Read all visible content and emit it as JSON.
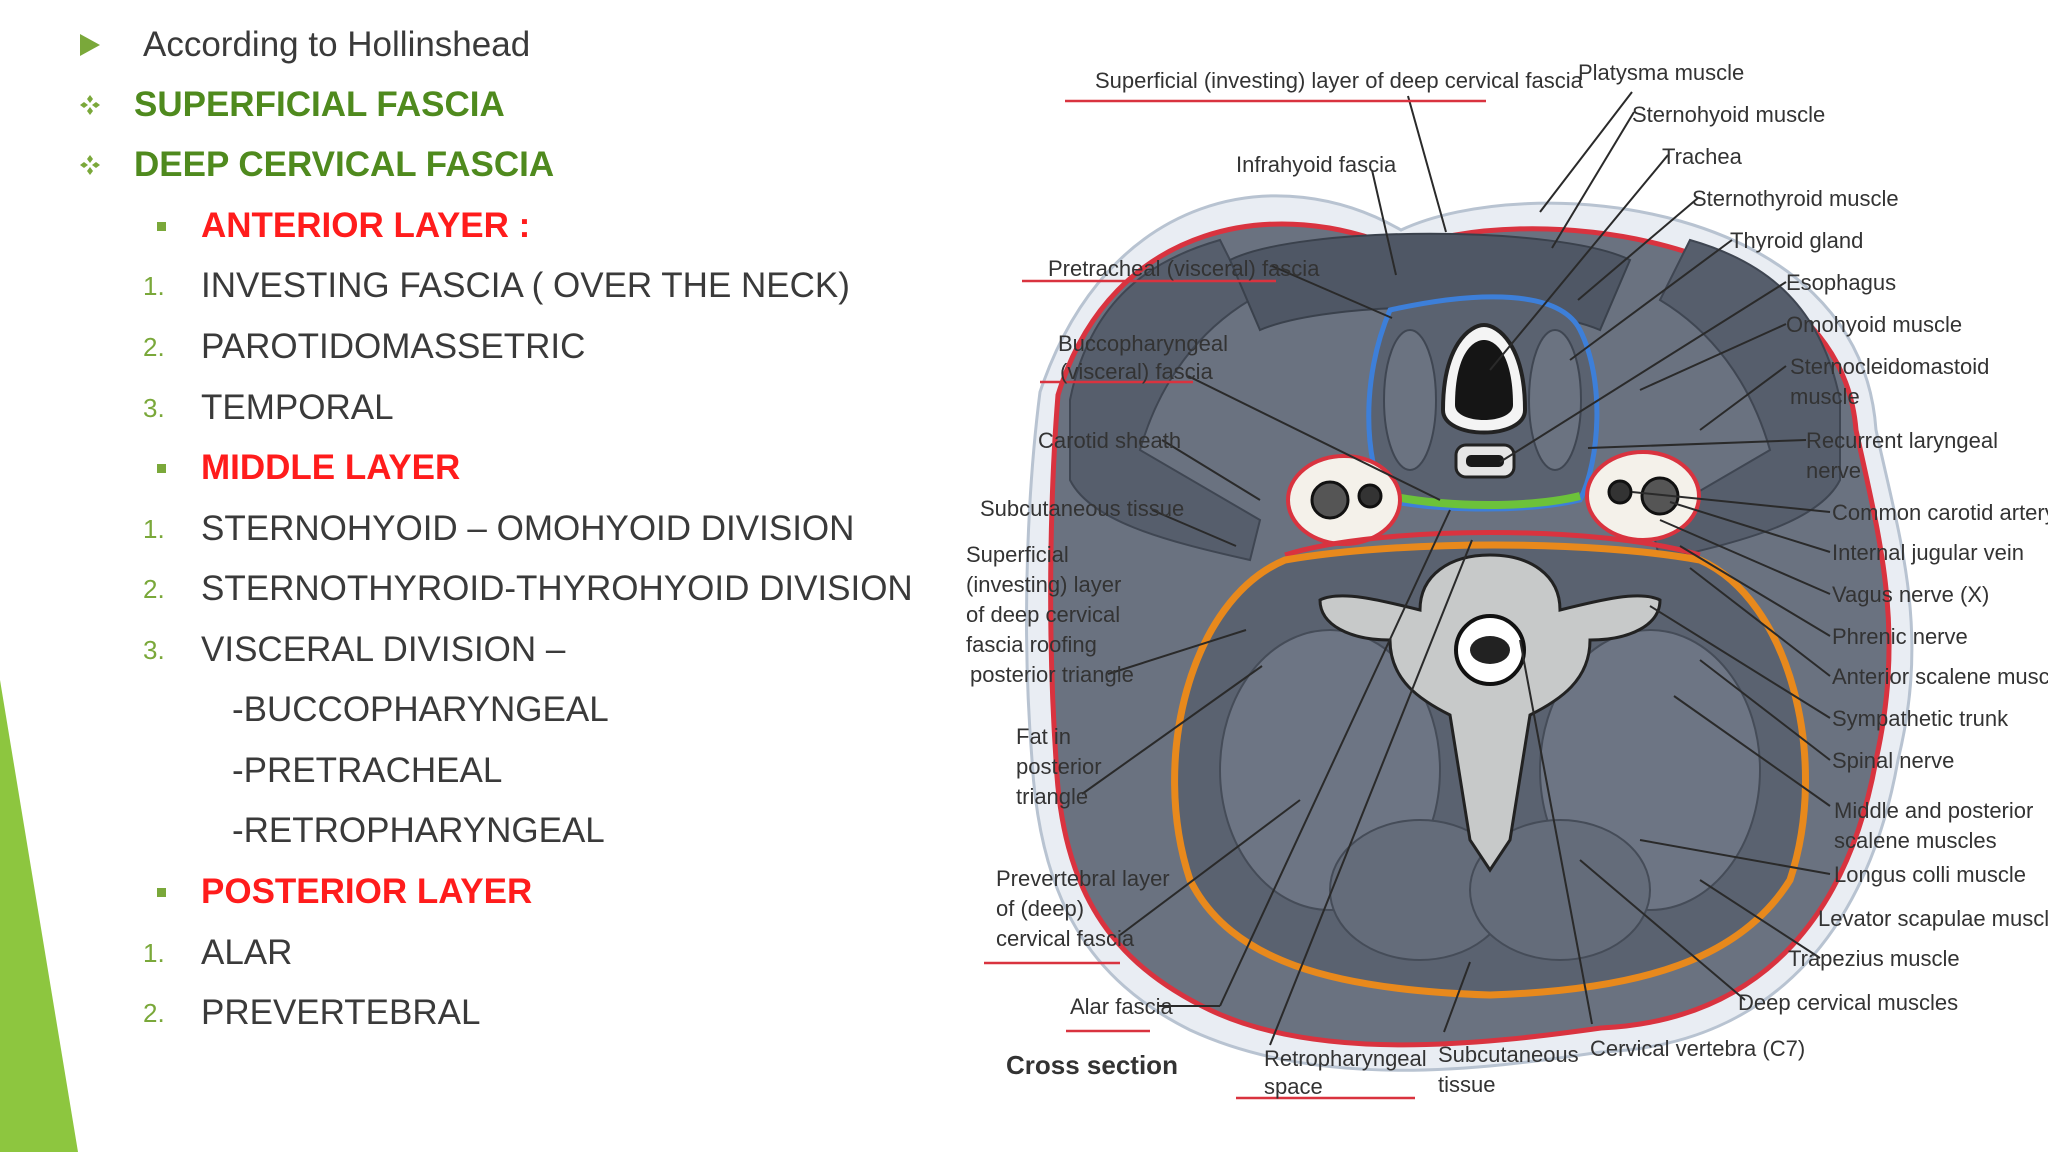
{
  "slide": {
    "items": [
      {
        "marker": "arrow",
        "text": "According to Hollinshead",
        "style": "plain"
      },
      {
        "marker": "diamond",
        "text": "SUPERFICIAL FASCIA",
        "style": "green"
      },
      {
        "marker": "diamond",
        "text": "DEEP CERVICAL FASCIA",
        "style": "green"
      },
      {
        "marker": "square",
        "text": "ANTERIOR LAYER :",
        "style": "red"
      },
      {
        "marker": "1.",
        "text": "INVESTING FASCIA ( OVER THE NECK)",
        "style": "plain"
      },
      {
        "marker": "2.",
        "text": "PAROTIDOMASSETRIC",
        "style": "plain"
      },
      {
        "marker": "3.",
        "text": "TEMPORAL",
        "style": "plain"
      },
      {
        "marker": "square",
        "text": "MIDDLE LAYER",
        "style": "red"
      },
      {
        "marker": "1.",
        "text": "STERNOHYOID – OMOHYOID DIVISION",
        "style": "plain"
      },
      {
        "marker": "2.",
        "text": "STERNOTHYROID-THYROHYOID DIVISION",
        "style": "plain"
      },
      {
        "marker": "3.",
        "text": "VISCERAL DIVISION –",
        "style": "plain"
      },
      {
        "marker": "",
        "text": "-BUCCOPHARYNGEAL",
        "style": "plain"
      },
      {
        "marker": "",
        "text": "-PRETRACHEAL",
        "style": "plain"
      },
      {
        "marker": "",
        "text": "-RETROPHARYNGEAL",
        "style": "plain"
      },
      {
        "marker": "square",
        "text": "POSTERIOR LAYER",
        "style": "red"
      },
      {
        "marker": "1.",
        "text": "ALAR",
        "style": "plain"
      },
      {
        "marker": "2.",
        "text": "PREVERTEBRAL",
        "style": "plain"
      }
    ]
  },
  "figure": {
    "caption": "Cross section",
    "labels": {
      "superficial_layer": "Superficial (investing) layer of deep cervical fascia",
      "platysma": "Platysma muscle",
      "sternohyoid": "Sternohyoid muscle",
      "infrahyoid_fascia": "Infrahyoid fascia",
      "trachea": "Trachea",
      "sternothyroid": "Sternothyroid muscle",
      "thyroid": "Thyroid gland",
      "pretracheal": "Pretracheal (visceral) fascia",
      "esophagus": "Esophagus",
      "omohyoid": "Omohyoid muscle",
      "buccopharyngeal_1": "Buccopharyngeal",
      "buccopharyngeal_2": "(visceral) fascia",
      "sternocleido_1": "Sternocleidomastoid",
      "sternocleido_2": "muscle",
      "carotid_sheath": "Carotid sheath",
      "recurrent_1": "Recurrent laryngeal",
      "recurrent_2": "nerve",
      "subcutaneous_left": "Subcutaneous tissue",
      "common_carotid": "Common carotid artery",
      "internal_jugular": "Internal jugular vein",
      "superficial_roof_1": "Superficial",
      "superficial_roof_2": "(investing) layer",
      "superficial_roof_3": "of deep cervical",
      "superficial_roof_4": "fascia roofing",
      "superficial_roof_5": "posterior triangle",
      "vagus": "Vagus nerve (X)",
      "phrenic": "Phrenic nerve",
      "anterior_scalene": "Anterior scalene muscle",
      "fat_1": "Fat in",
      "fat_2": "posterior",
      "fat_3": "triangle",
      "sympathetic": "Sympathetic trunk",
      "spinal_nerve": "Spinal nerve",
      "middle_scalene_1": "Middle and posterior",
      "middle_scalene_2": "scalene muscles",
      "longus": "Longus colli muscle",
      "prevertebral_1": "Prevertebral layer",
      "prevertebral_2": "of (deep)",
      "prevertebral_3": "cervical fascia",
      "levator": "Levator scapulae muscle",
      "trapezius": "Trapezius muscle",
      "alar": "Alar fascia",
      "deep_cervical": "Deep cervical muscles",
      "retro_1": "Retropharyngeal",
      "retro_2": "space",
      "subcutaneous_bottom_1": "Subcutaneous",
      "subcutaneous_bottom_2": "tissue",
      "cervical_vertebra": "Cervical vertebra (C7)"
    }
  },
  "colors": {
    "accent_green": "#8dc63f",
    "heading_green": "#4f8a1e",
    "heading_red": "#ff1c1c",
    "fascia_red": "#d9333f",
    "fascia_blue": "#3d7fd9",
    "fascia_orange": "#e8891c",
    "fascia_green": "#6cc23a",
    "muscle_gray": "#5e6674"
  }
}
